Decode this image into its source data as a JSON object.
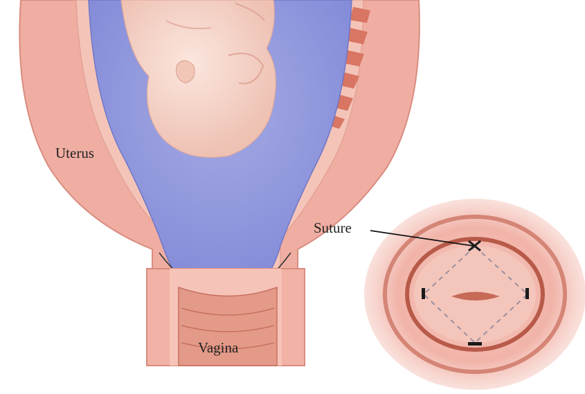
{
  "labels": {
    "uterus": "Uterus",
    "vagina": "Vagina",
    "suture": "Suture"
  },
  "colors": {
    "tissue_outer": "#f2b4a8",
    "tissue_mid": "#e9988c",
    "tissue_dark": "#c9695d",
    "amniotic": "#8f96dc",
    "fetus": "#f6d3c6",
    "stitch": "#1a1a1a",
    "dashed_line": "#9a8fa0"
  },
  "icons": {
    "suture_knot": "x-knot-icon"
  }
}
